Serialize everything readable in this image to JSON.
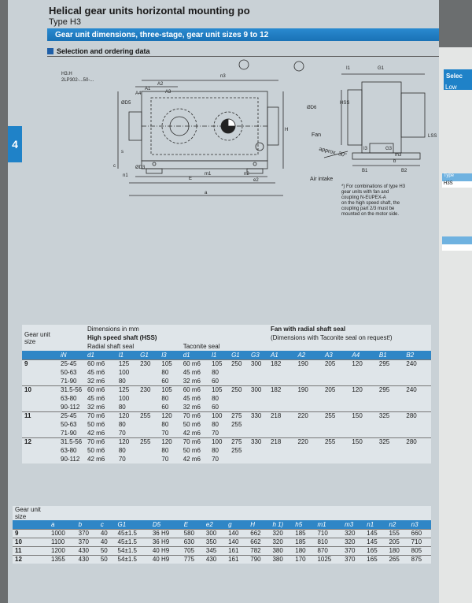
{
  "header": {
    "title": "Helical gear units horizontal mounting po",
    "subtitle": "Type H3",
    "banner": "Gear unit dimensions, three-stage, gear unit sizes 9 to 12",
    "selection": "Selection and ordering data",
    "side_tab": "4"
  },
  "drawing": {
    "ident_line1": "H3.H",
    "ident_line2": "2LP302-...50-...",
    "fan_label": "Fan",
    "approx_label": "approx. 30°",
    "air_label": "Air intake",
    "dim_labels": [
      "n3",
      "A2",
      "A1",
      "A4",
      "ØD5",
      "ØD6",
      "ØD3",
      "G1",
      "G3",
      "I1",
      "I3",
      "LSS",
      "HSS",
      "E",
      "m1",
      "n2",
      "e2",
      "a",
      "c",
      "b",
      "B1",
      "B2",
      "H",
      "m3",
      "n1",
      "s",
      "A3"
    ],
    "note": [
      "*) For combinations of type H3",
      "gear units with fan and",
      "coupling N-EUPEX-A",
      "on the high speed shaft, the",
      "coupling part 2/3 must be",
      "mounted on the motor side."
    ]
  },
  "right_page": {
    "tab1": "Selec",
    "tab2": "Low",
    "tab3": "Type",
    "tab4": "H3S"
  },
  "table1": {
    "h_dims": "Dimensions in mm",
    "h_gearsize": "Gear unit size",
    "h_hss": "High speed shaft (HSS)",
    "h_radial": "Radial shaft seal",
    "h_taconite": "Taconite seal",
    "h_fan": "Fan with radial shaft seal",
    "h_fan2": "(Dimensions with Taconite seal on request!)",
    "columns": [
      "iN",
      "d1",
      "l1",
      "G1",
      "l3",
      "d1",
      "l1",
      "G1",
      "G3",
      "A1",
      "A2",
      "A3",
      "A4",
      "B1",
      "B2"
    ],
    "rows": [
      [
        "9",
        "25-45",
        "60 m6",
        "125",
        "230",
        "105",
        "60 m6",
        "105",
        "250",
        "300",
        "182",
        "190",
        "205",
        "120",
        "295",
        "240"
      ],
      [
        "",
        "50-63",
        "45 m6",
        "100",
        "",
        "80",
        "45 m6",
        "80",
        "",
        "",
        "",
        "",
        "",
        "",
        "",
        ""
      ],
      [
        "",
        "71-90",
        "32 m6",
        "80",
        "",
        "60",
        "32 m6",
        "60",
        "",
        "",
        "",
        "",
        "",
        "",
        "",
        ""
      ],
      [
        "10",
        "31.5-56",
        "60 m6",
        "125",
        "230",
        "105",
        "60 m6",
        "105",
        "250",
        "300",
        "182",
        "190",
        "205",
        "120",
        "295",
        "240"
      ],
      [
        "",
        "63-80",
        "45 m6",
        "100",
        "",
        "80",
        "45 m6",
        "80",
        "",
        "",
        "",
        "",
        "",
        "",
        "",
        ""
      ],
      [
        "",
        "90-112",
        "32 m6",
        "80",
        "",
        "60",
        "32 m6",
        "60",
        "",
        "",
        "",
        "",
        "",
        "",
        "",
        ""
      ],
      [
        "11",
        "25-45",
        "70 m6",
        "120",
        "255",
        "120",
        "70 m6",
        "100",
        "275",
        "330",
        "218",
        "220",
        "255",
        "150",
        "325",
        "280"
      ],
      [
        "",
        "50-63",
        "50 m6",
        "80",
        "",
        "80",
        "50 m6",
        "80",
        "255",
        "",
        "",
        "",
        "",
        "",
        "",
        ""
      ],
      [
        "",
        "71-90",
        "42 m6",
        "70",
        "",
        "70",
        "42 m6",
        "70",
        "",
        "",
        "",
        "",
        "",
        "",
        "",
        ""
      ],
      [
        "12",
        "31.5-56",
        "70 m6",
        "120",
        "255",
        "120",
        "70 m6",
        "100",
        "275",
        "330",
        "218",
        "220",
        "255",
        "150",
        "325",
        "280"
      ],
      [
        "",
        "63-80",
        "50 m6",
        "80",
        "",
        "80",
        "50 m6",
        "80",
        "255",
        "",
        "",
        "",
        "",
        "",
        "",
        ""
      ],
      [
        "",
        "90-112",
        "42 m6",
        "70",
        "",
        "70",
        "42 m6",
        "70",
        "",
        "",
        "",
        "",
        "",
        "",
        "",
        ""
      ]
    ]
  },
  "table2": {
    "h_gearsize": "Gear unit size",
    "columns": [
      "a",
      "b",
      "c",
      "G1",
      "D5",
      "E",
      "e2",
      "g",
      "H",
      "h 1)",
      "h5",
      "m1",
      "m3",
      "n1",
      "n2",
      "n3"
    ],
    "rows": [
      [
        "9",
        "1000",
        "370",
        "40",
        "45±1.5",
        "36 H9",
        "580",
        "300",
        "140",
        "662",
        "320",
        "185",
        "710",
        "320",
        "145",
        "155",
        "660"
      ],
      [
        "10",
        "1100",
        "370",
        "40",
        "45±1.5",
        "36 H9",
        "630",
        "350",
        "140",
        "662",
        "320",
        "185",
        "810",
        "320",
        "145",
        "205",
        "710"
      ],
      [
        "11",
        "1200",
        "430",
        "50",
        "54±1.5",
        "40 H9",
        "705",
        "345",
        "161",
        "782",
        "380",
        "180",
        "870",
        "370",
        "165",
        "180",
        "805"
      ],
      [
        "12",
        "1355",
        "430",
        "50",
        "54±1.5",
        "40 H9",
        "775",
        "430",
        "161",
        "790",
        "380",
        "170",
        "1025",
        "370",
        "165",
        "265",
        "875"
      ]
    ]
  },
  "colors": {
    "accent": "#1f82c8",
    "page": "#c9d1d6",
    "table_bg": "#dfe5e9"
  }
}
